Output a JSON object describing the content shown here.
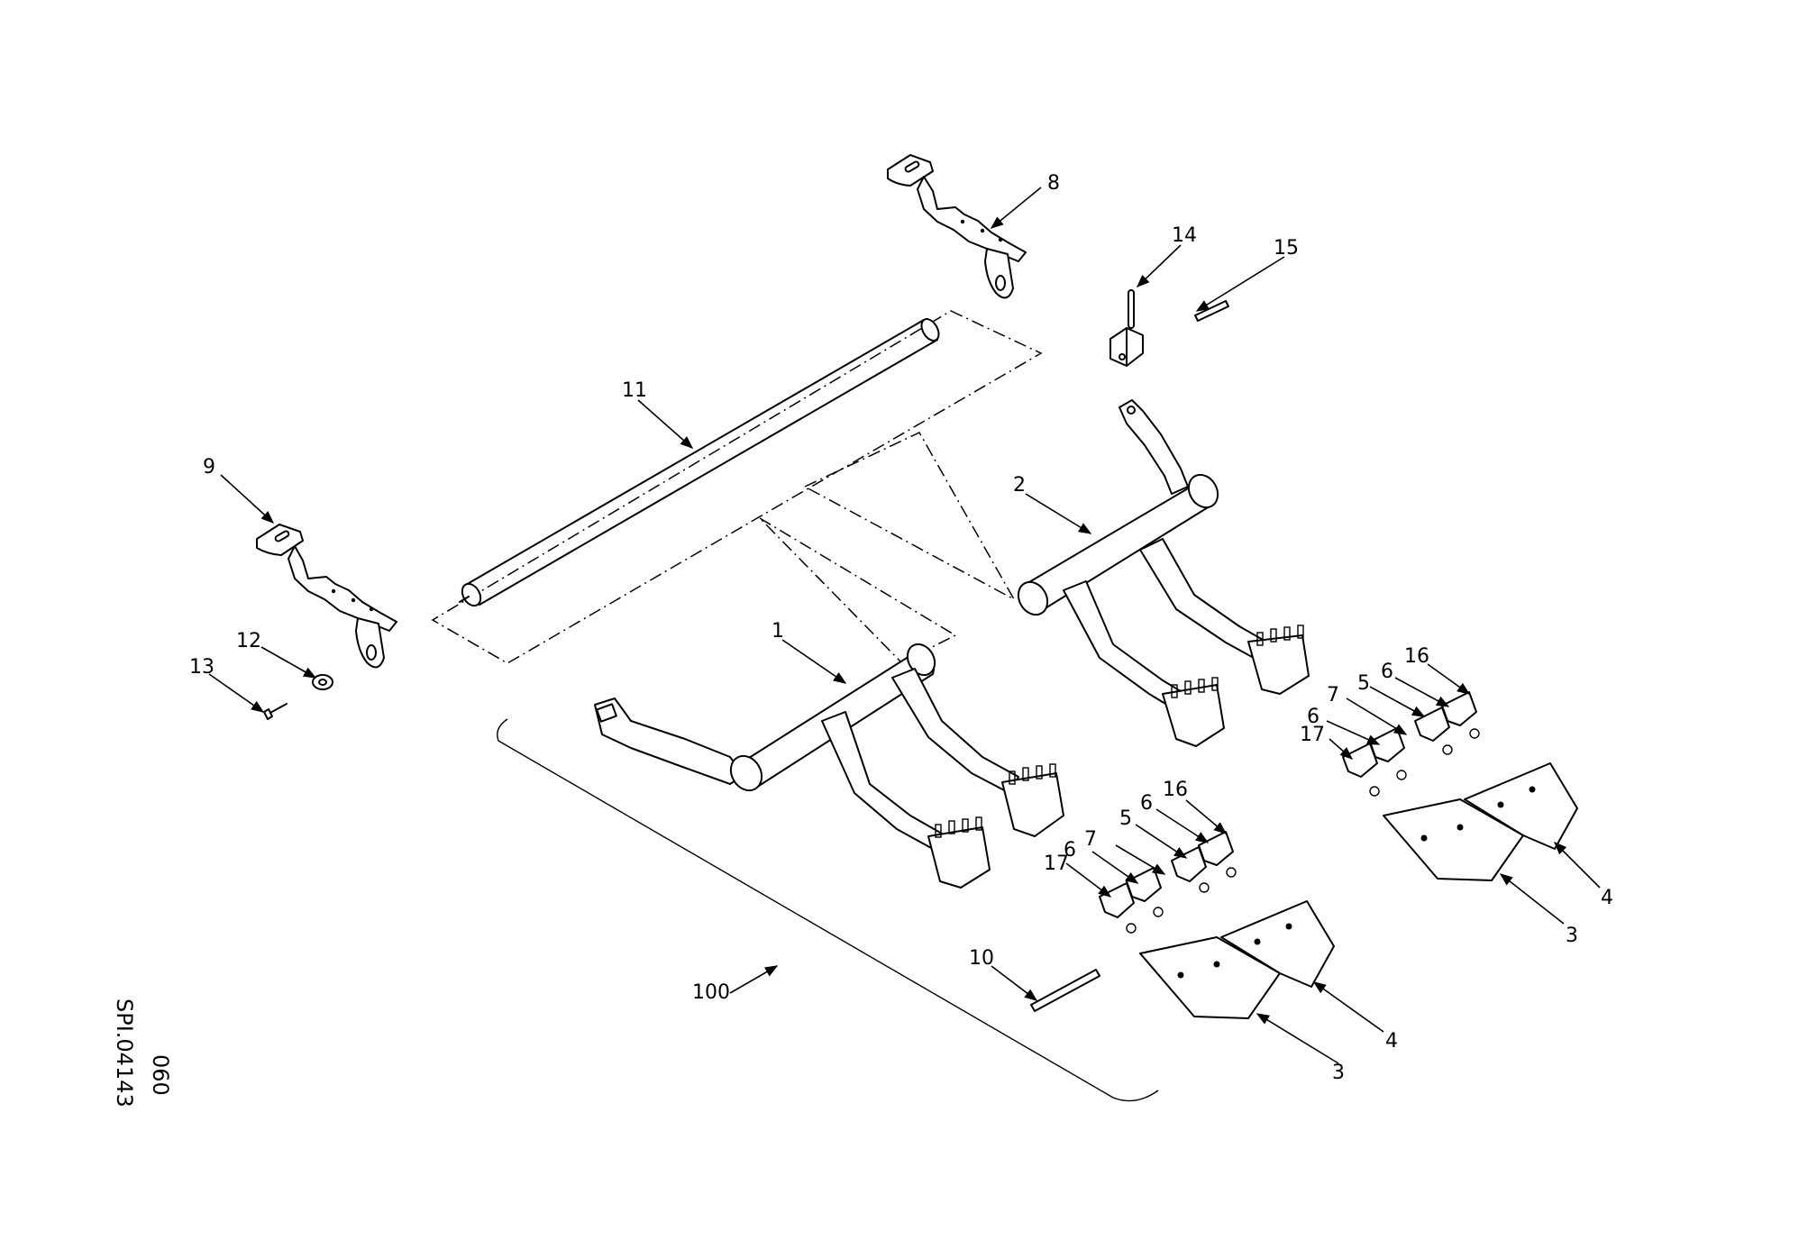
{
  "drawing": {
    "code_main": "SPI.04143",
    "code_sub": "060"
  },
  "callouts": {
    "c1": "1",
    "c2": "2",
    "c3a": "3",
    "c3b": "3",
    "c4a": "4",
    "c4b": "4",
    "c5a": "5",
    "c5b": "5",
    "c6a": "6",
    "c6b": "6",
    "c6c": "6",
    "c6d": "6",
    "c7a": "7",
    "c7b": "7",
    "c8": "8",
    "c9": "9",
    "c10": "10",
    "c11": "11",
    "c12": "12",
    "c13": "13",
    "c14": "14",
    "c15": "15",
    "c16a": "16",
    "c16b": "16",
    "c17a": "17",
    "c17b": "17",
    "c100": "100"
  }
}
